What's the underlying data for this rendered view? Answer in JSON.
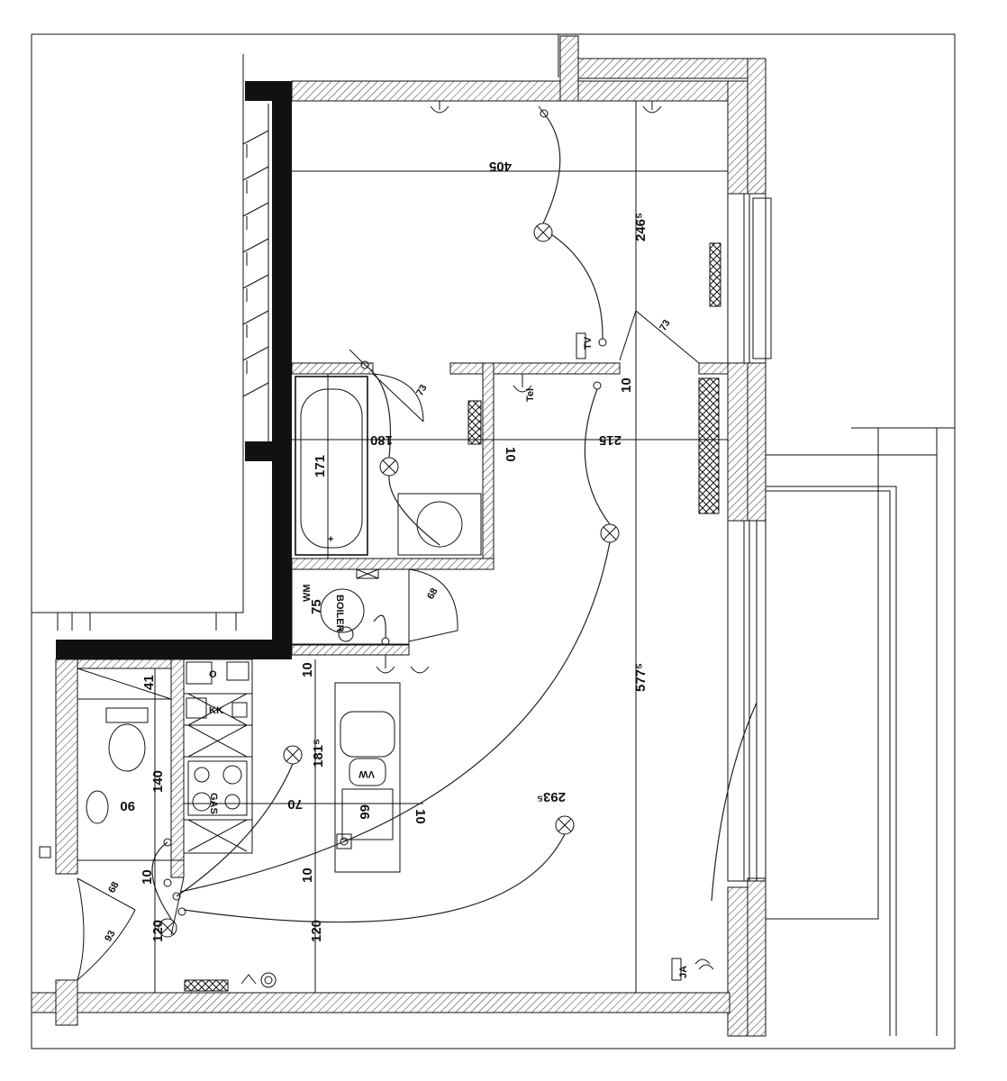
{
  "dimensions": {
    "room_width": "405",
    "room_depth": "246⁵",
    "total_depth": "577⁵",
    "bath_width": "180",
    "bath_depth": "171",
    "hall_width": "215",
    "partition_a": "10",
    "partition_b": "10",
    "partition_c": "10",
    "partition_d": "10",
    "partition_e": "10",
    "kitchen_depth": "181⁵",
    "kitchen_span": "70",
    "sink_len": "66",
    "living_diag": "293⁵",
    "wc_width": "90",
    "wc_depth": "140",
    "entry_a": "120",
    "entry_b": "120",
    "hall_gap": "10",
    "door_small": "41",
    "door_swing_1": "73",
    "door_swing_2": "73",
    "door_swing_3": "68",
    "door_swing_4": "68",
    "door_swing_5": "93",
    "door_swing_6": "75"
  },
  "labels": {
    "tv": "TV",
    "tel": "Tel",
    "kk": "KK",
    "o": "O",
    "vw": "VW",
    "boiler": "BOILER",
    "wm": "WM",
    "gas": "GAS",
    "ja": "JA"
  }
}
